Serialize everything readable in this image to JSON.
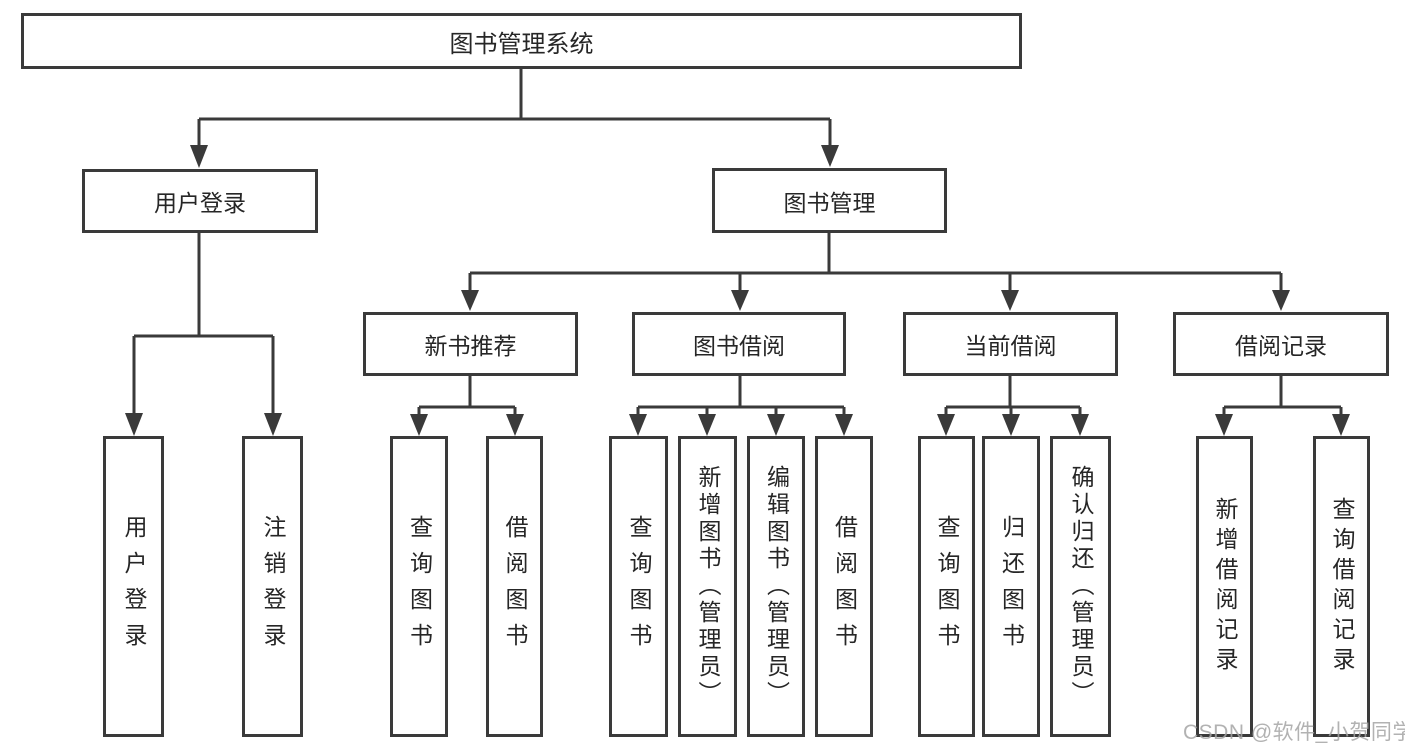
{
  "diagram": {
    "type": "hierarchy-tree",
    "title": "图书管理系统",
    "watermark": "CSDN @软件_小贺同学",
    "colors": {
      "background": "#ffffff",
      "box_border": "#3a3a3a",
      "line": "#3a3a3a",
      "text": "#262626",
      "watermark": "#a5a5a5"
    },
    "nodes": {
      "root": {
        "label": "图书管理系统",
        "children": [
          "user_login",
          "book_mgmt"
        ]
      },
      "user_login": {
        "label": "用户登录",
        "children": [
          "leaf_user_login",
          "leaf_logout"
        ]
      },
      "book_mgmt": {
        "label": "图书管理",
        "children": [
          "new_book_rec",
          "book_borrow",
          "current_borrow",
          "borrow_record"
        ]
      },
      "new_book_rec": {
        "label": "新书推荐",
        "children": [
          "nb_query",
          "nb_borrow"
        ]
      },
      "book_borrow": {
        "label": "图书借阅",
        "children": [
          "bb_query",
          "bb_add",
          "bb_edit",
          "bb_borrow"
        ]
      },
      "current_borrow": {
        "label": "当前借阅",
        "children": [
          "cb_query",
          "cb_return",
          "cb_confirm"
        ]
      },
      "borrow_record": {
        "label": "借阅记录",
        "children": [
          "br_add",
          "br_query"
        ]
      },
      "leaf_user_login": {
        "label": "用户登录"
      },
      "leaf_logout": {
        "label": "注销登录"
      },
      "nb_query": {
        "label": "查询图书"
      },
      "nb_borrow": {
        "label": "借阅图书"
      },
      "bb_query": {
        "label": "查询图书"
      },
      "bb_add": {
        "label": "新增图书（管理员）"
      },
      "bb_edit": {
        "label": "编辑图书（管理员）"
      },
      "bb_borrow": {
        "label": "借阅图书"
      },
      "cb_query": {
        "label": "查询图书"
      },
      "cb_return": {
        "label": "归还图书"
      },
      "cb_confirm": {
        "label": "确认归还（管理员）"
      },
      "br_add": {
        "label": "新增借阅记录"
      },
      "br_query": {
        "label": "查询借阅记录"
      }
    }
  }
}
